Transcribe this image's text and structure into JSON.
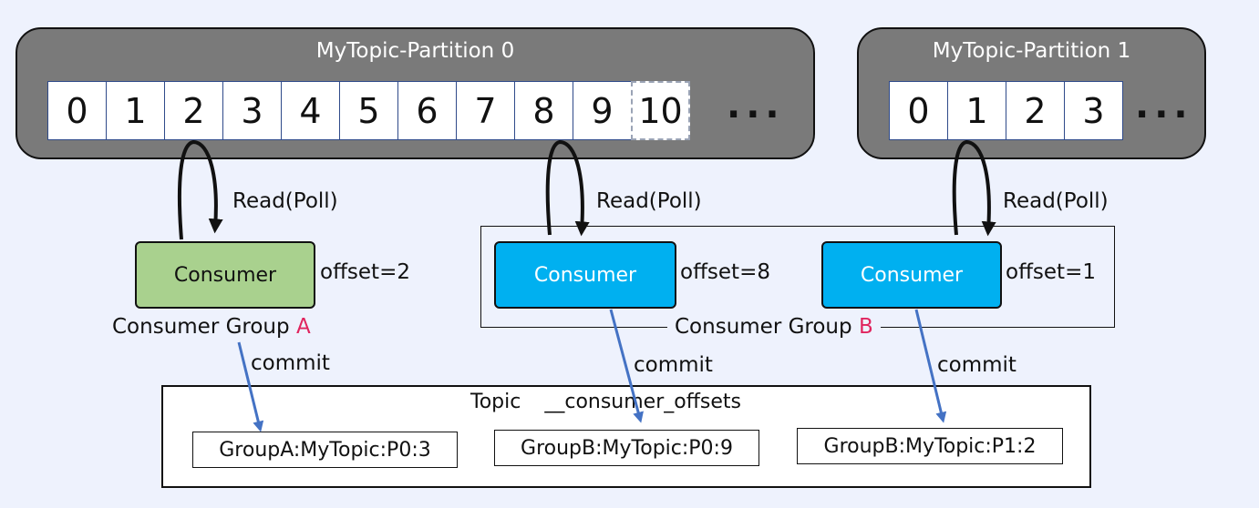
{
  "partitions": [
    {
      "title": "MyTopic-Partition 0",
      "offsets": [
        "0",
        "1",
        "2",
        "3",
        "4",
        "5",
        "6",
        "7",
        "8",
        "9",
        "10"
      ],
      "ellipsis": "..."
    },
    {
      "title": "MyTopic-Partition 1",
      "offsets": [
        "0",
        "1",
        "2",
        "3"
      ],
      "ellipsis": "..."
    }
  ],
  "read_label": "Read(Poll)",
  "consumers": [
    {
      "label": "Consumer",
      "offset_text": "offset=2"
    },
    {
      "label": "Consumer",
      "offset_text": "offset=8"
    },
    {
      "label": "Consumer",
      "offset_text": "offset=1"
    }
  ],
  "groups": [
    {
      "prefix": "Consumer Group ",
      "letter": "A"
    },
    {
      "prefix": "Consumer Group ",
      "letter": "B"
    }
  ],
  "commit_label": "commit",
  "topic": {
    "prefix": "Topic",
    "name": "__consumer_offsets"
  },
  "offset_entries": [
    "GroupA:MyTopic:P0:3",
    "GroupB:MyTopic:P0:9",
    "GroupB:MyTopic:P1:2"
  ],
  "colors": {
    "partition_bg": "#7a7a7a",
    "group_a_consumer": "#a9d18e",
    "group_b_consumer": "#00b0f0",
    "group_letter": "#e0245e",
    "commit_arrow": "#4472c4"
  }
}
